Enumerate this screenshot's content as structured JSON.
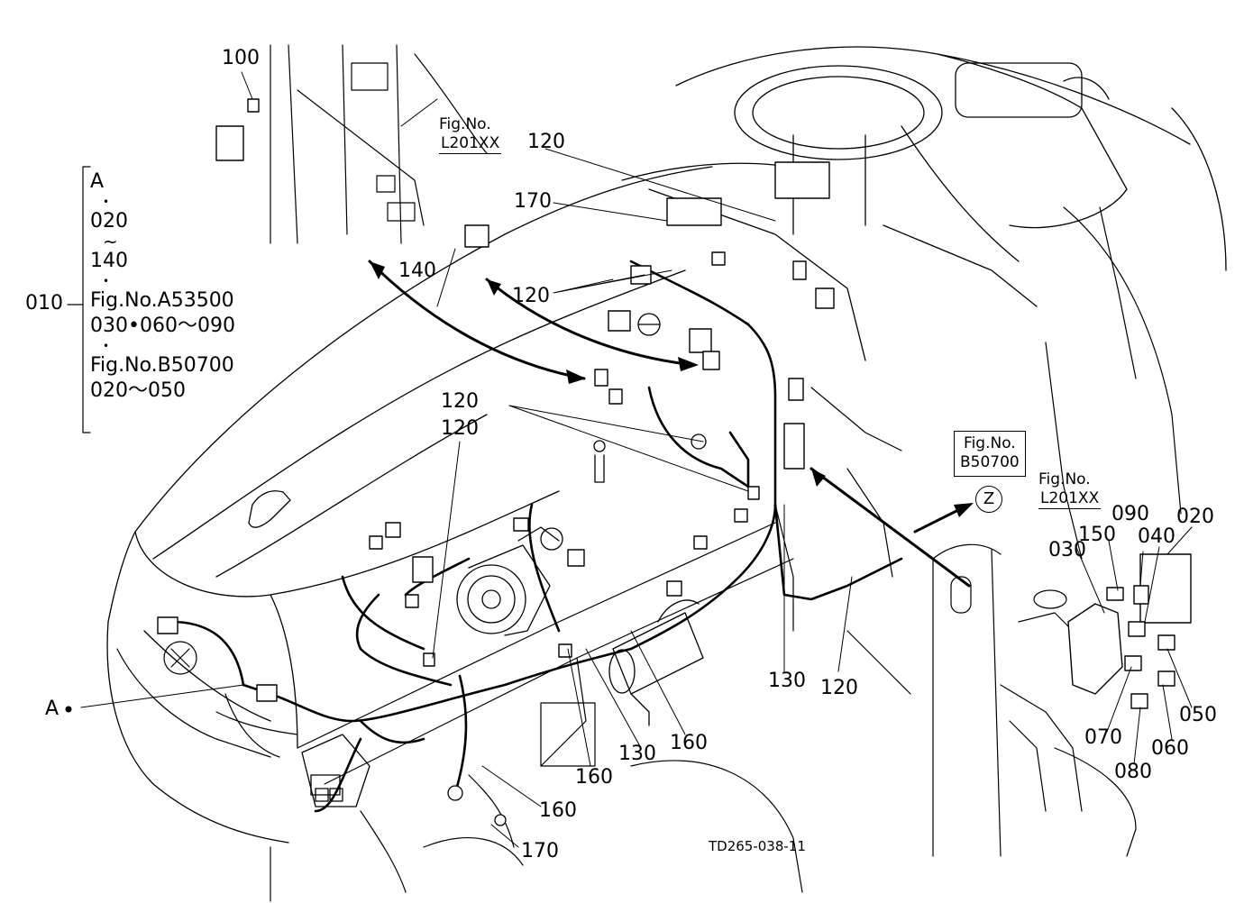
{
  "drawing_code": "TD265-038-11",
  "zoom_marker": "Z",
  "legend_a": {
    "callout": "010",
    "lines": [
      "A",
      "•",
      "020",
      "~",
      "140",
      "•",
      "Fig.No.A53500",
      "030•060～090",
      "•",
      "Fig.No.B50700",
      "020～050"
    ]
  },
  "fig_refs": {
    "top": [
      "Fig.No.",
      "L201XX"
    ],
    "zoom_box": [
      "Fig.No.",
      "B50700"
    ],
    "detail": [
      "Fig.No.",
      "L201XX"
    ]
  },
  "callouts": {
    "c100": "100",
    "c140": "140",
    "c120_top": "120",
    "c170_top": "170",
    "c120_mid": "120",
    "c120_left_a": "120",
    "c120_left_b": "120",
    "a_pointer": "A",
    "c130_a": "130",
    "c120_bottom": "120",
    "c160_a": "160",
    "c160_b": "160",
    "c130_b": "130",
    "c160_c": "160",
    "c170_bottom": "170",
    "d030": "030",
    "d150": "150",
    "d090": "090",
    "d040": "040",
    "d020": "020",
    "d050": "050",
    "d060": "060",
    "d070": "070",
    "d080": "080"
  }
}
